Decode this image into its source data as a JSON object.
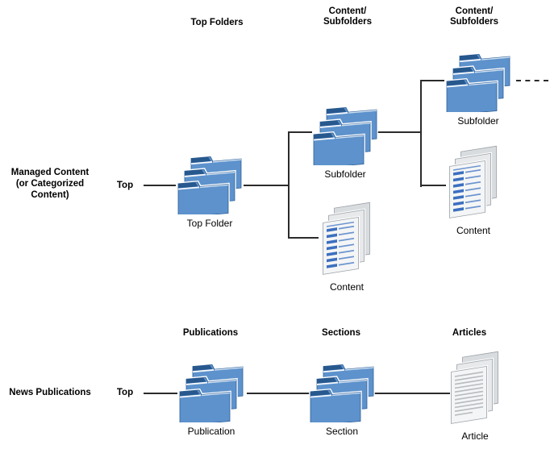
{
  "headers": {
    "top_folders": "Top Folders",
    "content_subfolders_mid": "Content/\nSubfolders",
    "content_subfolders_right": "Content/\nSubfolders",
    "publications": "Publications",
    "sections": "Sections",
    "articles": "Articles"
  },
  "row1": {
    "label": "Managed Content\n(or Categorized\nContent)",
    "root_label": "Top",
    "nodes": {
      "top_folder": "Top Folder",
      "subfolder_mid": "Subfolder",
      "content_mid": "Content",
      "subfolder_right": "Subfolder",
      "content_right": "Content"
    }
  },
  "row2": {
    "label": "News Publications",
    "root_label": "Top",
    "nodes": {
      "publication": "Publication",
      "section": "Section",
      "article": "Article"
    }
  },
  "icons": {
    "folder_stack": "three stacked blue folders",
    "content_stack": "three stacked pages with blue text lines",
    "article_stack": "three stacked pages with grey text lines"
  },
  "colors": {
    "folder_body": "#5d92cc",
    "folder_tab": "#27588e",
    "folder_edge": "#2f6097",
    "page_front": "#f4f5f6",
    "page_back": "#d9dcdf",
    "page_mid": "#e7e9eb",
    "page_edge": "#9aa0a6",
    "line_blue_bold": "#3b6fc0",
    "line_blue_thin": "#6c94cf",
    "line_grey": "#b9bcc0",
    "connector": "#2b2b2b",
    "text": "#000000"
  }
}
